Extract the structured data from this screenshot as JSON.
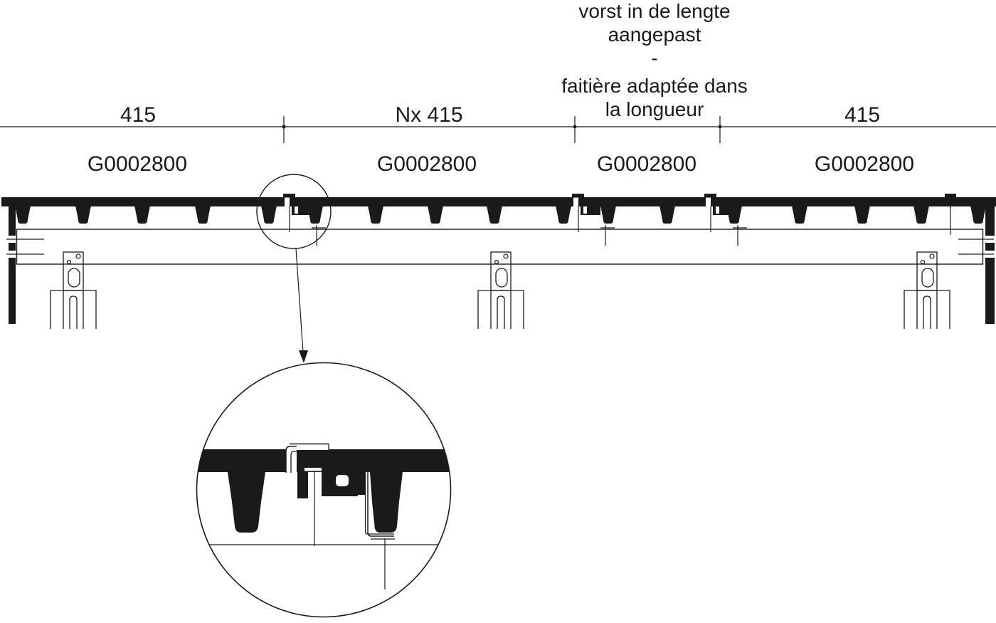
{
  "note": {
    "lines": [
      "vorst in de lengte",
      "aangepast",
      "-",
      "faitière adaptée dans",
      "la longueur"
    ]
  },
  "dims": {
    "labels": [
      "415",
      "Nx 415",
      "415"
    ]
  },
  "parts": {
    "labels": [
      "G0002800",
      "G0002800",
      "G0002800",
      "G0002800"
    ]
  },
  "colors": {
    "ink": "#1a1a1a",
    "background": "#ffffff"
  }
}
